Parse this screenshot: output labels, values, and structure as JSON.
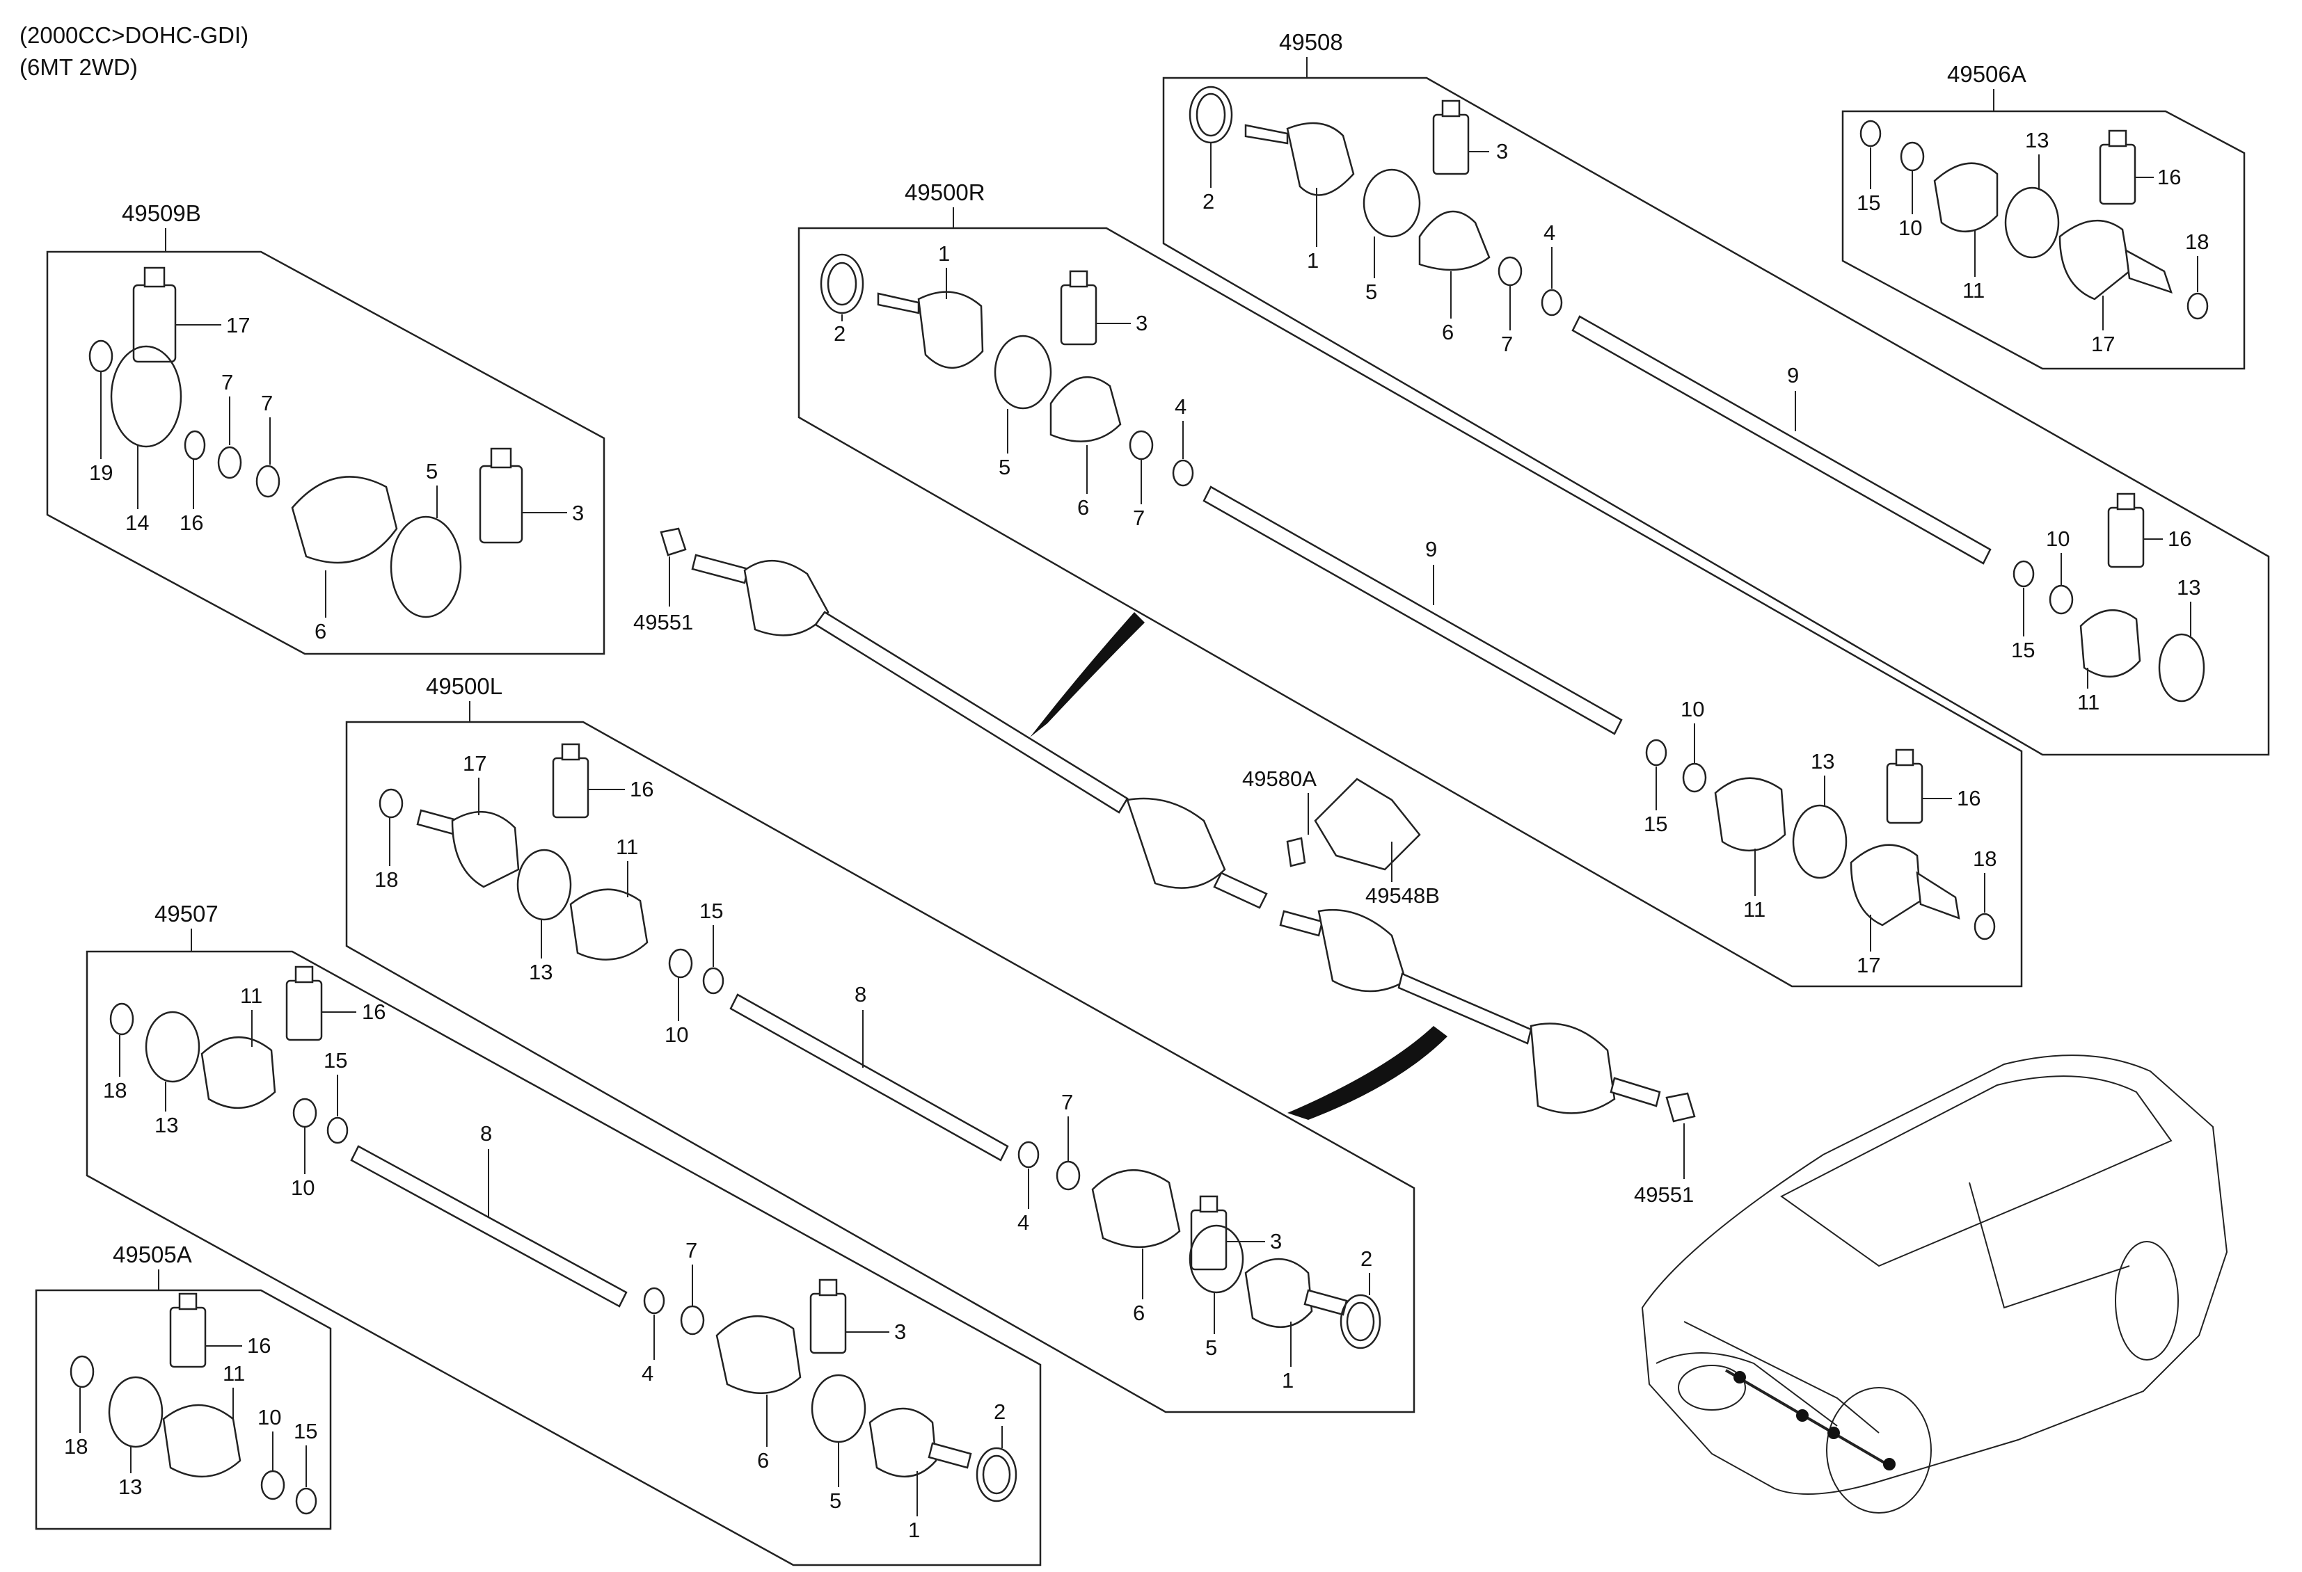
{
  "header": {
    "line1": "(2000CC>DOHC-GDI)",
    "line2": "(6MT 2WD)"
  },
  "assemblies": {
    "a49508": {
      "title": "49508"
    },
    "a49506A": {
      "title": "49506A"
    },
    "a49509B": {
      "title": "49509B"
    },
    "a49500R": {
      "title": "49500R"
    },
    "a49500L": {
      "title": "49500L"
    },
    "a49507": {
      "title": "49507"
    },
    "a49505A": {
      "title": "49505A"
    }
  },
  "callouts": {
    "c49551": "49551",
    "c49580A": "49580A",
    "c49548B": "49548B",
    "c1": "1",
    "c2": "2",
    "c3": "3",
    "c4": "4",
    "c5": "5",
    "c6": "6",
    "c7": "7",
    "c8": "8",
    "c9": "9",
    "c10": "10",
    "c11": "11",
    "c13": "13",
    "c14": "14",
    "c15": "15",
    "c16": "16",
    "c17": "17",
    "c18": "18",
    "c19": "19"
  }
}
